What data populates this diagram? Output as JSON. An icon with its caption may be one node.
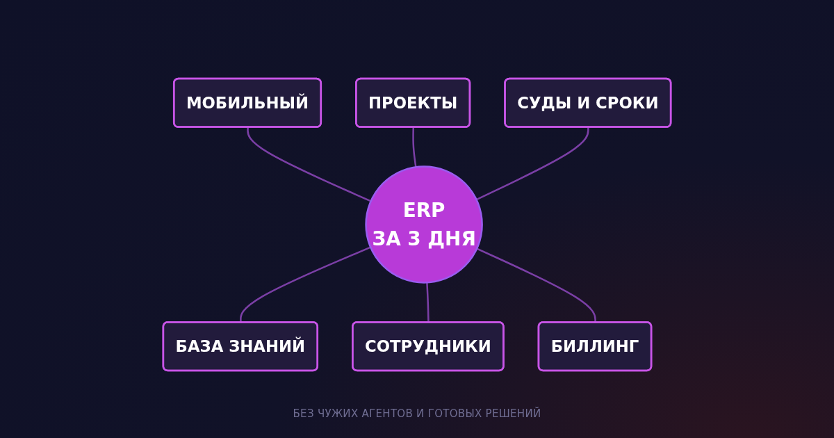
{
  "diagram": {
    "caption": "БЕЗ ЧУЖИХ АГЕНТОВ И ГОТОВЫХ РЕШЕНИЙ",
    "nodes": [
      {
        "text": [
          "ПРОЕКТЫ"
        ]
      },
      {
        "text": [
          "МОБИЛЬНЫЙ"
        ]
      },
      {
        "text": [
          "СУДЫ И СРОКИ"
        ]
      },
      {
        "text": [
          "ERP",
          "ЗА 3 ДНЯ"
        ]
      },
      {
        "text": [
          "БАЗА ЗНАНИЙ"
        ]
      },
      {
        "text": [
          "БИЛЛИНГ"
        ]
      },
      {
        "text": [
          "СОТРУДНИКИ"
        ]
      }
    ],
    "edges": [
      {
        "from": 1,
        "to": 3,
        "arrow": "none"
      },
      {
        "from": 0,
        "to": 3,
        "arrow": "none"
      },
      {
        "from": 2,
        "to": 3,
        "arrow": "none"
      },
      {
        "from": 3,
        "to": 4,
        "arrow": "none"
      },
      {
        "from": 3,
        "to": 6,
        "arrow": "none"
      },
      {
        "from": 3,
        "to": 5,
        "arrow": "none"
      }
    ]
  }
}
